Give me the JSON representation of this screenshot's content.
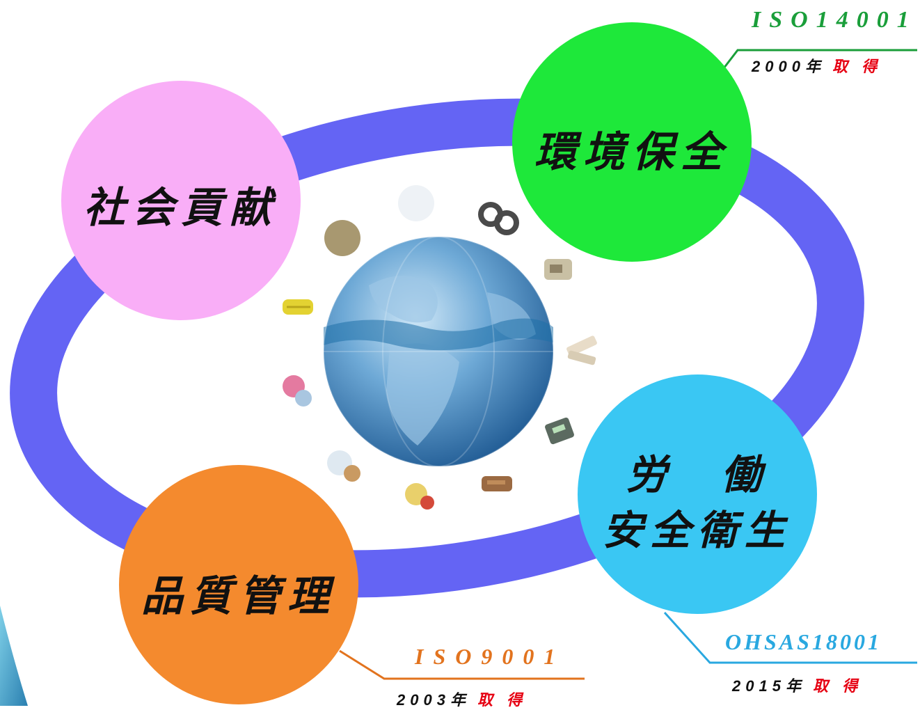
{
  "circles": {
    "social": {
      "label": "社会貢献",
      "color": "#f9aef7"
    },
    "environment": {
      "label": "環境保全",
      "color": "#1ee83a"
    },
    "safety": {
      "line1": "労　働",
      "line2": "安全衛生",
      "color": "#3ac7f3"
    },
    "quality": {
      "label": "品質管理",
      "color": "#f48a2e"
    }
  },
  "ring_color": "#6464f4",
  "certifications": {
    "environment": {
      "name": "ISO14001",
      "year": "2000年",
      "acquired": "取 得",
      "color": "#1a9e3a"
    },
    "safety": {
      "name": "OHSAS18001",
      "year": "2015年",
      "acquired": "取 得",
      "color": "#29a8e0"
    },
    "quality": {
      "name": "ISO9001",
      "year": "2003年",
      "acquired": "取 得",
      "color": "#e2731e"
    }
  }
}
